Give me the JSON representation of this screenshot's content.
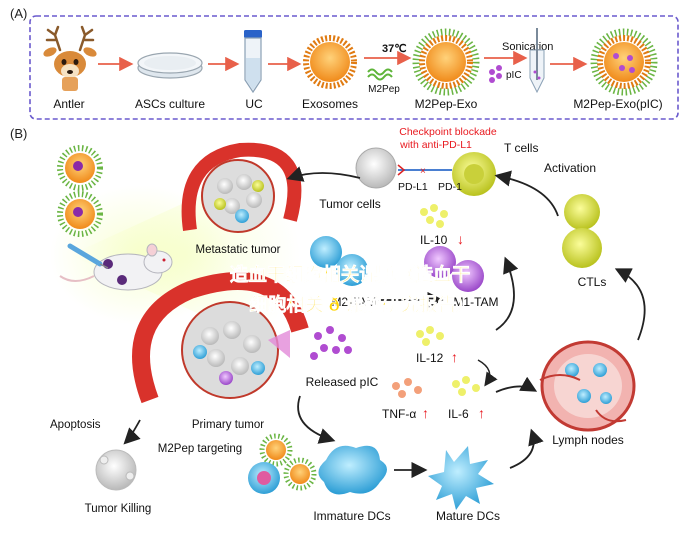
{
  "panel_a": {
    "label": "(A)",
    "steps": {
      "antler": "Antler",
      "ascs": "ASCs culture",
      "uc": "UC",
      "exosomes": "Exosomes",
      "m2pep_exo": "M2Pep-Exo",
      "m2pep_exo_pic": "M2Pep-Exo(pIC)"
    },
    "temp": "37℃",
    "m2pep": "M2Pep",
    "sonication": "Sonication",
    "pic": "pIC"
  },
  "panel_b": {
    "label": "(B)",
    "checkpoint_1": "Checkpoint blockade",
    "checkpoint_2": "with anti-PD-L1",
    "t_cells": "T cells",
    "pd_l1": "PD-L1",
    "pd_1": "PD-1",
    "tumor_cells": "Tumor cells",
    "activation": "Activation",
    "metastatic_tumor": "Metastatic tumor",
    "il10": "IL-10",
    "ctls": "CTLs",
    "m2_tam": "M2-TAM",
    "m1_tam": "M1-TAM",
    "il12": "IL-12",
    "released_pic": "Released pIC",
    "primary_tumor": "Primary tumor",
    "m2pep_targeting": "M2Pep targeting",
    "apoptosis": "Apoptosis",
    "tnf": "TNF-α",
    "il6": "IL-6",
    "lymph_nodes": "Lymph nodes",
    "tumor_killing": "Tumor Killing",
    "immature_dcs": "Immature DCs",
    "mature_dcs": "Mature DCs",
    "arrow_down": "↓",
    "arrow_up": "↑"
  },
  "watermark": {
    "line1": "造血干细胞相关课题（造血干",
    "line2": "细胞相关 ð  课题研究报告）"
  },
  "colors": {
    "dash_border": "#6a5acd",
    "arrow_red": "#e8604a",
    "exo_orange": "#f5a623",
    "vessel_red": "#d9322b",
    "cell_yellow": "#e6e84a",
    "dc_blue": "#5cc4ea",
    "pic_purple": "#c04fd1",
    "watermark_yellow": "#ffd400",
    "checkpoint_red": "#e8191f"
  }
}
